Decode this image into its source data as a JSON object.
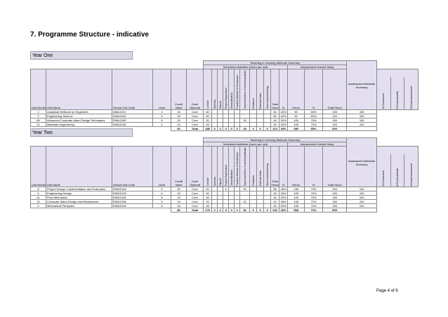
{
  "title": "7. Programme Structure - indicative",
  "page": {
    "text": "Page ",
    "current": "4",
    "of": " of ",
    "total": "6"
  },
  "headers": {
    "teaching": "Teaching & Learning Methods Summary",
    "scheduled": "Scheduled Activities (hours per unit)",
    "independent": "Independent Guided Study",
    "assessment": "Assessment Methods Summary",
    "unit_number": "Unit Number",
    "unit_name": "Unit Name",
    "school": "School Unit Code",
    "level": "Level",
    "credit": "Credit Value",
    "core": "Core/ Optional",
    "activities": [
      "Lecture",
      "Seminar",
      "Tutorial",
      "Project Supervision",
      "Demonstration",
      "Practical Classes & Workshops",
      "Supervised time in workshop/studio",
      "Fieldwork",
      "External Visits",
      "Work based learning"
    ],
    "total_hours": "Total Hours",
    "pct": "%",
    "hours": "Hours",
    "pct2": "%",
    "total_hours2": "Total Hours",
    "assess": [
      "% Coursework",
      "% Practical/skills",
      "% Exam/assessment"
    ]
  },
  "years": [
    {
      "label": "Year One",
      "rows": [
        [
          "1",
          "Analytical Methods for Engineers",
          "AMA/1101",
          "4",
          "15",
          "Core",
          "60",
          "",
          "",
          "",
          "",
          "",
          "",
          "",
          "",
          "",
          "60",
          "40%",
          "90",
          "60%",
          "150",
          "100"
        ],
        [
          "2",
          "Engineering Science",
          "EMA/1100",
          "4",
          "15",
          "Core",
          "60",
          "",
          "",
          "",
          "",
          "",
          "",
          "",
          "",
          "",
          "60",
          "40%",
          "90",
          "60%",
          "150",
          "100"
        ],
        [
          "69",
          "Advanced Computer Aided Design Techniques",
          "EMA/1280",
          "4",
          "15",
          "Core",
          "20",
          "",
          "",
          "",
          "",
          "",
          "25",
          "",
          "",
          "",
          "45",
          "30%",
          "105",
          "70%",
          "150",
          "100"
        ],
        [
          "21",
          "Materials Engineering",
          "EMA/1126",
          "4",
          "15",
          "Core",
          "45",
          "",
          "",
          "",
          "",
          "",
          "",
          "",
          "",
          "",
          "45",
          "30%",
          "105",
          "70%",
          "150",
          "100"
        ]
      ],
      "total": [
        "",
        "",
        "",
        "",
        "60",
        "Total",
        "185",
        "0",
        "0",
        "0",
        "0",
        "0",
        "25",
        "0",
        "0",
        "0",
        "210",
        "35%",
        "390",
        "65%",
        "600",
        ""
      ]
    },
    {
      "label": "Year Two",
      "rows": [
        [
          "8",
          "Project Design, Implementation and Evaluation",
          "EMA/2146",
          "5",
          "20",
          "Core",
          "20",
          "",
          "",
          "5",
          "",
          "",
          "30",
          "",
          "",
          "",
          "55",
          "28%",
          "145",
          "73%",
          "200",
          "100"
        ],
        [
          "4",
          "Engineering Design",
          "EMA/2125",
          "5",
          "15",
          "Core",
          "45",
          "",
          "",
          "",
          "",
          "",
          "",
          "",
          "",
          "",
          "45",
          "30%",
          "105",
          "70%",
          "150",
          "100"
        ],
        [
          "41",
          "Fluid Mechanics",
          "EMA/1105",
          "5",
          "15",
          "Core",
          "45",
          "",
          "",
          "",
          "",
          "",
          "",
          "",
          "",
          "",
          "45",
          "30%",
          "105",
          "70%",
          "150",
          "100"
        ],
        [
          "19",
          "Computer Aided Design and Manufacture",
          "EMA/2156",
          "5",
          "15",
          "Core",
          "20",
          "",
          "",
          "",
          "",
          "",
          "22",
          "",
          "",
          "",
          "42",
          "28%",
          "108",
          "72%",
          "150",
          "100"
        ],
        [
          "4",
          "Mechanical Principles",
          "EMA/2130",
          "5",
          "15",
          "Core",
          "45",
          "",
          "",
          "",
          "",
          "",
          "",
          "",
          "",
          "",
          "45",
          "30%",
          "105",
          "70%",
          "150",
          "100"
        ]
      ],
      "total": [
        "",
        "",
        "",
        "",
        "80",
        "Total",
        "175",
        "0",
        "0",
        "5",
        "0",
        "0",
        "52",
        "0",
        "0",
        "0",
        "232",
        "28%",
        "568",
        "72%",
        "800",
        ""
      ]
    }
  ]
}
